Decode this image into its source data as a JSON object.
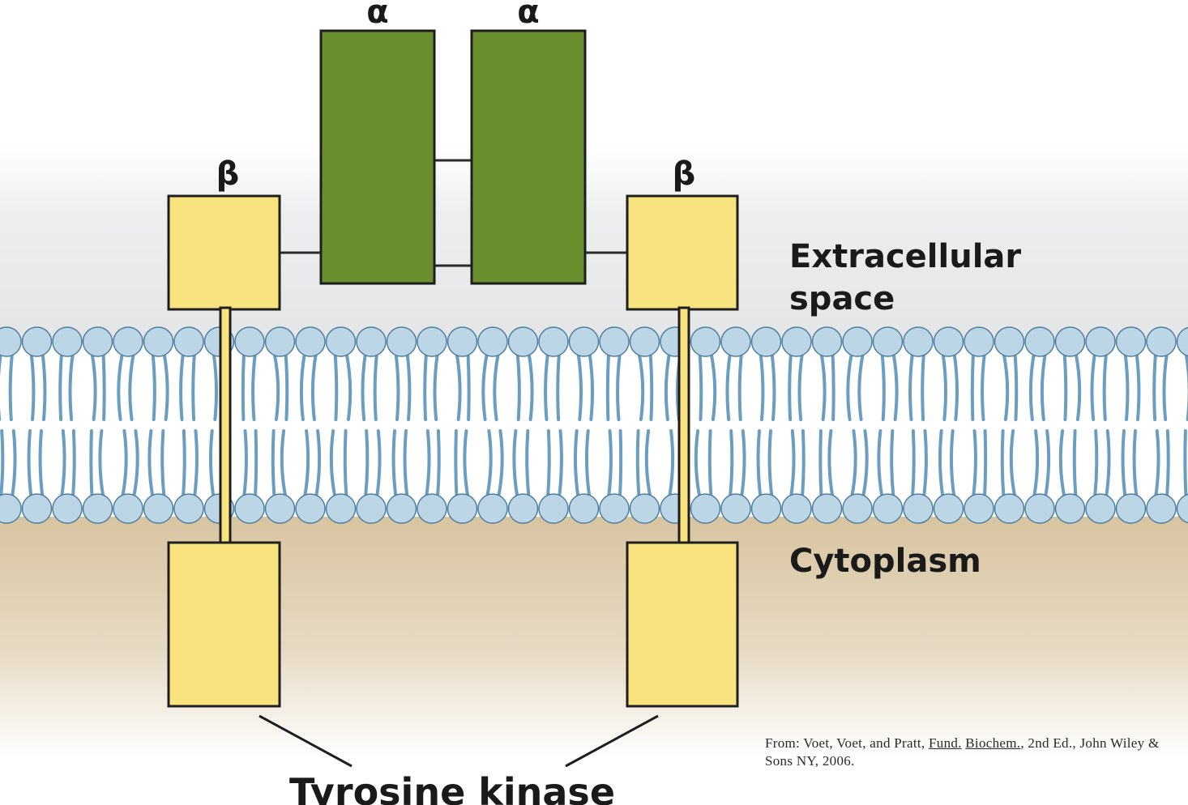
{
  "subunits": {
    "alpha_left": "α",
    "alpha_right": "α",
    "beta_left": "β",
    "beta_right": "β"
  },
  "regions": {
    "extracellular_line1": "Extracellular",
    "extracellular_line2": "space",
    "cytoplasm": "Cytoplasm"
  },
  "domain_label": "Tyrosine kinase",
  "citation": {
    "prefix": "From: Voet, Voet, and Pratt, ",
    "title_part1": "Fund.",
    "title_part2": "Biochem.",
    "suffix": ", 2nd Ed., John Wiley & Sons NY, 2006."
  },
  "colors": {
    "alpha_subunit": "#6b8e2e",
    "beta_subunit": "#f8e37e",
    "membrane_head": "#bcd6e6",
    "membrane_tail": "#6a9dc0",
    "extracellular_bg": "#e6e8ea",
    "cytoplasm_bg": "#dccaa8"
  }
}
